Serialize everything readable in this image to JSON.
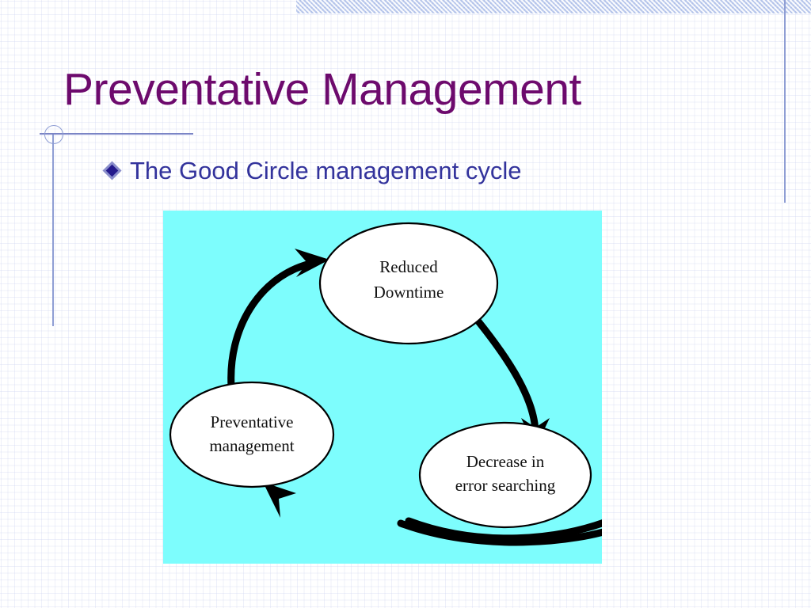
{
  "slide": {
    "title": "Preventative Management",
    "title_color": "#6d0a6d",
    "bullets": [
      {
        "text": "The Good Circle management cycle",
        "color": "#33339c",
        "marker": "diamond-bullet"
      }
    ],
    "decorations": {
      "top_band": "textured-blue-band",
      "left_vertical_rule": "vertical-rule",
      "right_vertical_rule": "vertical-rule",
      "horizontal_rule": "horizontal-rule",
      "circle": "decorative-circle",
      "background": "graph-paper-grid",
      "rule_color": "#8f9ed4",
      "band_color": "#dbe3f7"
    }
  },
  "diagram": {
    "name": "good-circle-management-cycle",
    "background_color": "#7dfdfd",
    "node_fill": "#ffffff",
    "node_stroke": "#000000",
    "arrow_color": "#000000",
    "nodes": [
      {
        "id": "reduced-downtime",
        "lines": [
          "Reduced",
          "Downtime"
        ]
      },
      {
        "id": "decrease-error-searching",
        "lines": [
          "Decrease in",
          "error searching"
        ]
      },
      {
        "id": "preventative-management",
        "lines": [
          "Preventative",
          "management"
        ]
      }
    ],
    "edges": [
      {
        "from": "reduced-downtime",
        "to": "decrease-error-searching"
      },
      {
        "from": "decrease-error-searching",
        "to": "preventative-management"
      },
      {
        "from": "preventative-management",
        "to": "reduced-downtime"
      }
    ]
  }
}
